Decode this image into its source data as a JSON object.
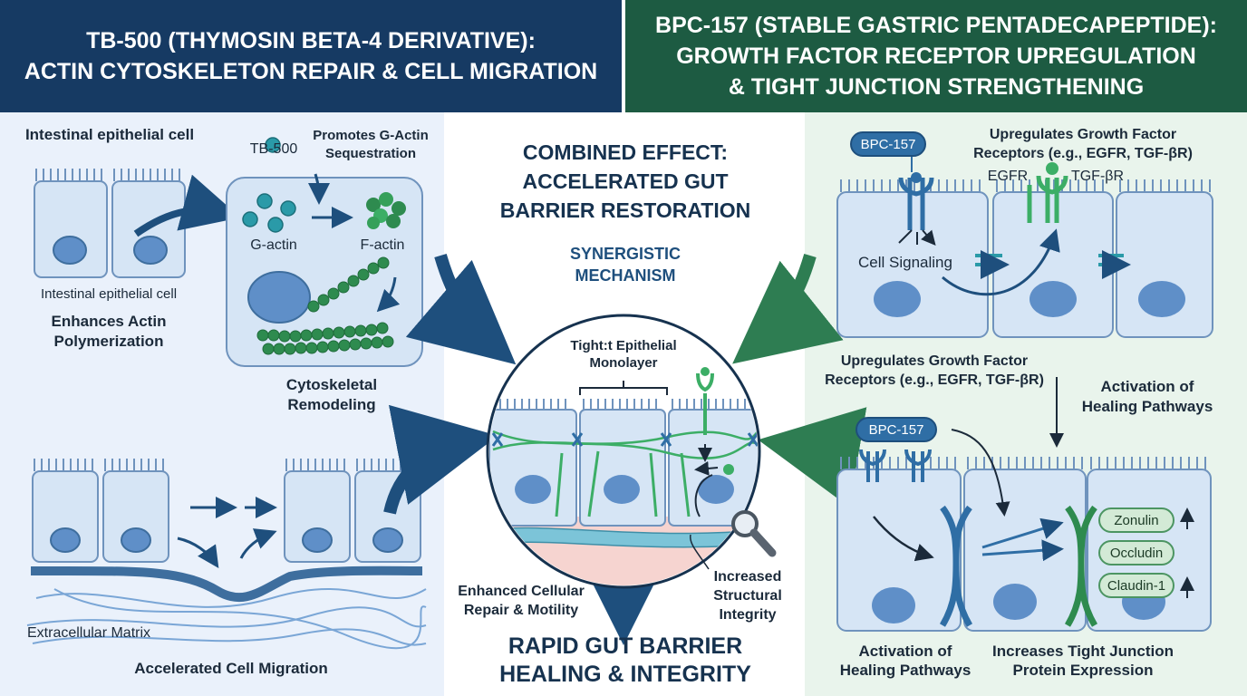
{
  "header_left": {
    "line1": "TB-500 (THYMOSIN BETA-4 DERIVATIVE):",
    "line2": "ACTIN CYTOSKELETON REPAIR & CELL MIGRATION"
  },
  "header_right": {
    "line1": "BPC-157 (STABLE GASTRIC PENTADECAPEPTIDE):",
    "line2": "GROWTH FACTOR RECEPTOR UPREGULATION",
    "line3": "& TIGHT JUNCTION STRENGTHENING"
  },
  "left_panel": {
    "cell_title": "Intestinal epithelial cell",
    "cell_caption": "Intestinal epithelial cell",
    "enhances": "Enhances Actin Polymerization",
    "tb500": "TB-500",
    "promotes": "Promotes G-Actin Sequestration",
    "g_actin": "G-actin",
    "f_actin": "F-actin",
    "remodeling": "Cytoskeletal Remodeling",
    "ecm": "Extracellular Matrix",
    "migration": "Accelerated Cell Migration"
  },
  "center": {
    "title_line1": "COMBINED EFFECT:",
    "title_line2": "ACCELERATED GUT",
    "title_line3": "BARRIER RESTORATION",
    "synergy_line1": "SYNERGISTIC",
    "synergy_line2": "MECHANISM",
    "monolayer_line1": "Tight:t Epithelial",
    "monolayer_line2": "Monolayer",
    "repair_line1": "Enhanced Cellular",
    "repair_line2": "Repair & Motility",
    "integrity_line1": "Increased",
    "integrity_line2": "Structural",
    "integrity_line3": "Integrity",
    "outcome_line1": "RAPID GUT BARRIER",
    "outcome_line2": "HEALING & INTEGRITY"
  },
  "right_panel": {
    "bpc_top": "BPC-157",
    "upreg_top_line1": "Upregulates Growth Factor",
    "upreg_top_line2": "Receptors (e.g., EGFR, TGF-βR)",
    "egfr": "EGFR",
    "tgf": "TGF-βR",
    "signaling": "Cell Signaling",
    "upreg_mid_line1": "Upregulates Growth Factor",
    "upreg_mid_line2": "Receptors (e.g., EGFR, TGF-βR)",
    "activation_top_line1": "Activation of",
    "activation_top_line2": "Healing Pathways",
    "bpc_bottom": "BPC-157",
    "proteins": [
      "Zonulin",
      "Occludin",
      "Claudin-1"
    ],
    "activation_bottom_line1": "Activation of",
    "activation_bottom_line2": "Healing Pathways",
    "increases_line1": "Increases Tight Junction",
    "increases_line2": "Protein Expression"
  },
  "colors": {
    "navy": "#163a63",
    "forest": "#1d5b42",
    "cell_fill": "#d6e5f5",
    "nucleus": "#5f8fc8",
    "actin": "#2e8b4f",
    "arrow_blue": "#1e4f7d",
    "arrow_green": "#2e7d52"
  }
}
